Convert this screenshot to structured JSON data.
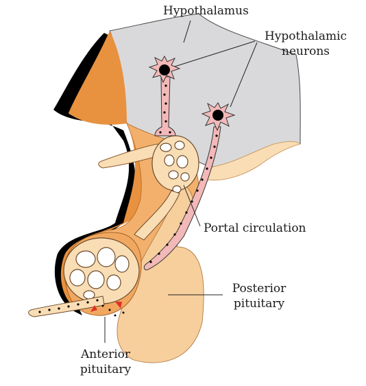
{
  "labels": {
    "hypothalamus": "Hypothalamus",
    "hypothalamic_neurons": [
      "Hypothalamic",
      "neurons"
    ],
    "portal_circulation": "Portal circulation",
    "posterior_pituitary": [
      "Posterior",
      "pituitary"
    ],
    "anterior_pituitary": [
      "Anterior",
      "pituitary"
    ]
  },
  "colors": {
    "hypothalamus_fill": "#d9d9db",
    "orange_dark": "#e8913f",
    "orange_mid": "#f2b06c",
    "peach": "#f7cf9c",
    "vessel": "#f9ddb5",
    "neuron_pink": "#f3b8b8",
    "shadow": "#000000",
    "arrow_red": "#e0302a"
  }
}
